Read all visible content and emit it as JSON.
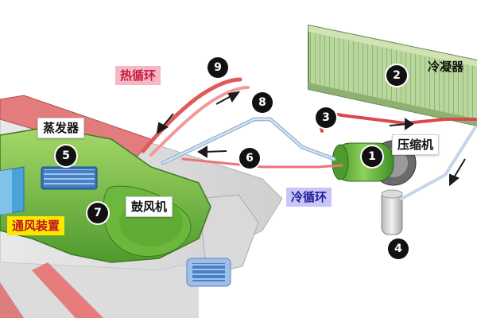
{
  "labels": {
    "hot_loop": "热循环",
    "cold_loop": "冷循环",
    "condenser": "冷凝器",
    "compressor": "压缩机",
    "evaporator": "蒸发器",
    "blower": "鼓风机",
    "ventilation": "通风装置"
  },
  "badges": [
    "1",
    "2",
    "3",
    "4",
    "5",
    "6",
    "7",
    "8",
    "9"
  ],
  "colors": {
    "hot_loop_bg": "#f6b6c6",
    "cold_loop_bg": "#c9c6f7",
    "ventilation_bg": "#ffe600",
    "housing_green": "#7fc24a",
    "condenser_green": "#a7c98a",
    "hot_pipe": "#e05a5a",
    "cold_pipe": "#a9c3dc",
    "dashboard_red": "#e07a7a"
  }
}
